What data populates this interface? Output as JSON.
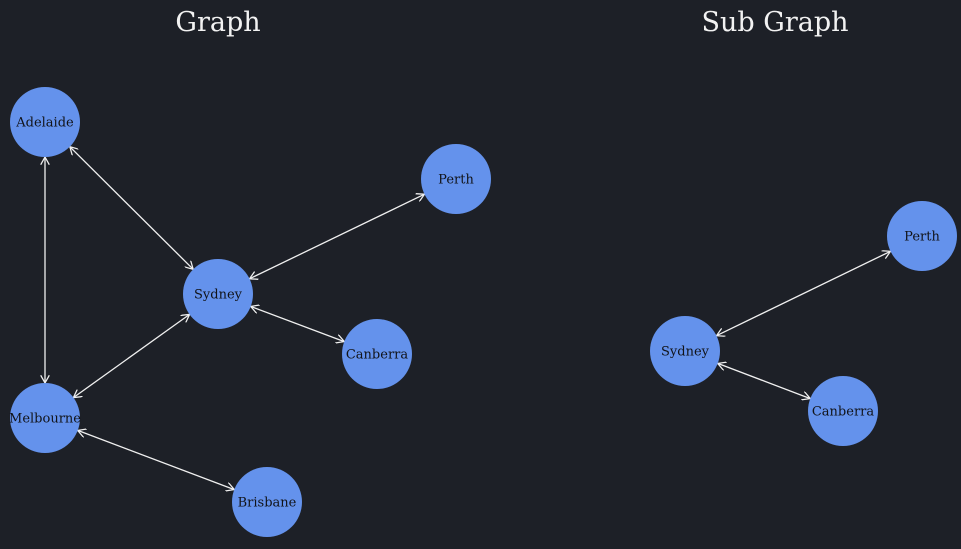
{
  "panels": [
    {
      "id": "graph",
      "title": "Graph",
      "nodes": [
        {
          "id": "adelaide",
          "label": "Adelaide"
        },
        {
          "id": "perth",
          "label": "Perth"
        },
        {
          "id": "sydney",
          "label": "Sydney"
        },
        {
          "id": "canberra",
          "label": "Canberra"
        },
        {
          "id": "melbourne",
          "label": "Melbourne"
        },
        {
          "id": "brisbane",
          "label": "Brisbane"
        }
      ],
      "edges": [
        {
          "from": "adelaide",
          "to": "sydney",
          "directed": "both"
        },
        {
          "from": "adelaide",
          "to": "melbourne",
          "directed": "both"
        },
        {
          "from": "perth",
          "to": "sydney",
          "directed": "both"
        },
        {
          "from": "sydney",
          "to": "canberra",
          "directed": "both"
        },
        {
          "from": "sydney",
          "to": "melbourne",
          "directed": "both"
        },
        {
          "from": "melbourne",
          "to": "brisbane",
          "directed": "both"
        }
      ]
    },
    {
      "id": "subgraph",
      "title": "Sub Graph",
      "nodes": [
        {
          "id": "perth",
          "label": "Perth"
        },
        {
          "id": "sydney",
          "label": "Sydney"
        },
        {
          "id": "canberra",
          "label": "Canberra"
        }
      ],
      "edges": [
        {
          "from": "perth",
          "to": "sydney",
          "directed": "both"
        },
        {
          "from": "sydney",
          "to": "canberra",
          "directed": "both"
        }
      ]
    }
  ],
  "colors": {
    "background": "#1d2027",
    "node": "#6492ec",
    "edge": "#f0f0f0",
    "title": "#f2f2f2",
    "label": "#111318"
  }
}
